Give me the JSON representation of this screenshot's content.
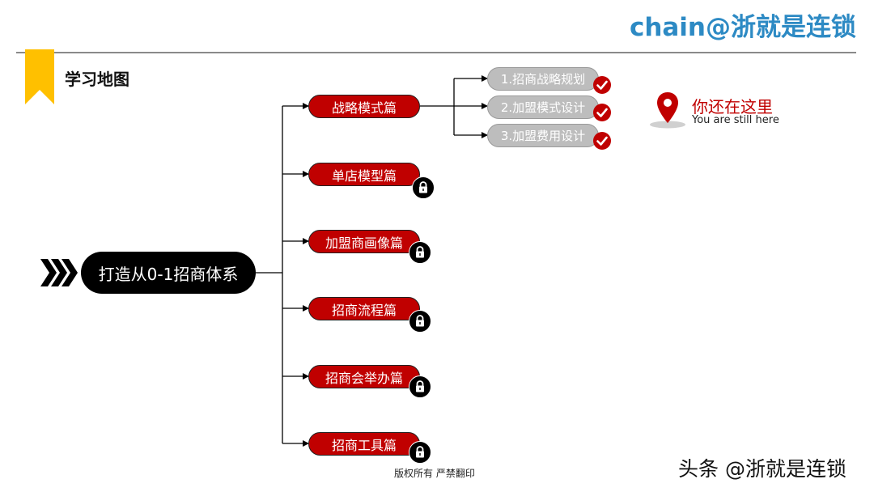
{
  "header": {
    "brand": "chain@浙就是连锁",
    "section_title": "学习地图"
  },
  "colors": {
    "brand_blue": "#2d8ac4",
    "accent_red": "#c00000",
    "bookmark_yellow": "#ffc000",
    "completed_grey": "#bdbdbd"
  },
  "mindmap": {
    "root": "打造从0-1招商体系",
    "chapters": [
      {
        "label": "战略模式篇",
        "status": "unlocked"
      },
      {
        "label": "单店模型篇",
        "status": "locked",
        "icon": "lock-icon"
      },
      {
        "label": "加盟商画像篇",
        "status": "locked",
        "icon": "lock-icon"
      },
      {
        "label": "招商流程篇",
        "status": "locked",
        "icon": "lock-icon"
      },
      {
        "label": "招商会举办篇",
        "status": "locked",
        "icon": "lock-icon"
      },
      {
        "label": "招商工具篇",
        "status": "locked",
        "icon": "lock-icon"
      }
    ],
    "subtopics": [
      {
        "label": "1.招商战略规划",
        "status": "completed",
        "icon": "checkmark-icon"
      },
      {
        "label": "2.加盟模式设计",
        "status": "completed",
        "icon": "checkmark-icon"
      },
      {
        "label": "3.加盟费用设计",
        "status": "completed",
        "icon": "checkmark-icon"
      }
    ]
  },
  "location": {
    "icon": "map-pin-icon",
    "title_cn": "你还在这里",
    "title_en": "You are still here"
  },
  "footer": {
    "copyright": "版权所有  严禁翻印",
    "watermark": "头条 @浙就是连锁"
  }
}
